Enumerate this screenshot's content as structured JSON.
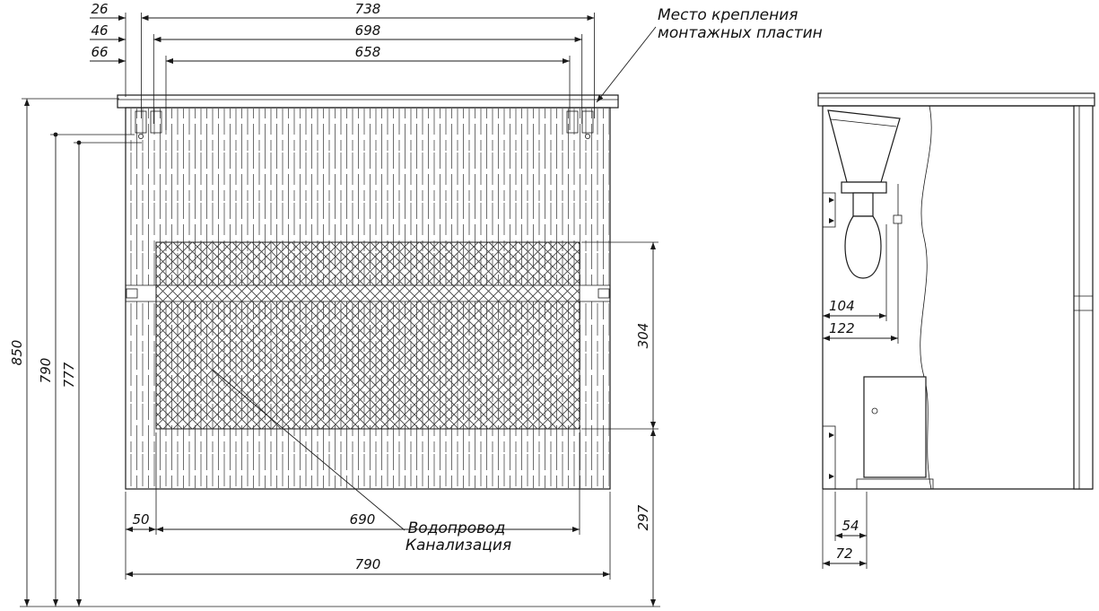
{
  "meta": {
    "title": "furniture-technical-drawing",
    "ink": "#1a1a1a",
    "paper": "#ffffff"
  },
  "annotations": {
    "mounting_note": [
      "Место крепления",
      "монтажных пластин"
    ],
    "plumbing_note": [
      "Водопровод",
      "Канализация"
    ]
  },
  "front_view": {
    "top_dims": {
      "offset_a": "26",
      "offset_b": "46",
      "offset_c": "66",
      "span_a": "738",
      "span_b": "698",
      "span_c": "658"
    },
    "left_dims": {
      "overall_height": "850",
      "height_to_fixing": "790",
      "height_to_top": "777"
    },
    "right_dims": {
      "niche_height": "304",
      "bottom_clearance": "297"
    },
    "bottom_dims": {
      "side_offset": "50",
      "niche_width": "690",
      "overall_width": "790"
    }
  },
  "side_view": {
    "dims": {
      "depth_a": "104",
      "depth_b": "122",
      "bottom_a": "54",
      "bottom_b": "72"
    }
  }
}
